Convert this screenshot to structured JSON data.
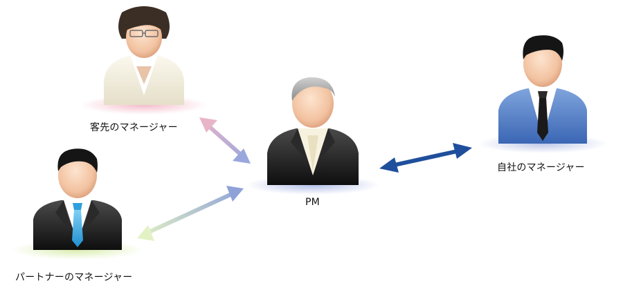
{
  "diagram": {
    "nodes": {
      "client_manager": {
        "label": "客先のマネージャー"
      },
      "pm": {
        "label": "PM"
      },
      "own_manager": {
        "label": "自社のマネージャー"
      },
      "partner_manager": {
        "label": "パートナーのマネージャー"
      }
    },
    "edges": [
      {
        "from": "client_manager",
        "to": "pm",
        "bidirectional": true
      },
      {
        "from": "partner_manager",
        "to": "pm",
        "bidirectional": true
      },
      {
        "from": "own_manager",
        "to": "pm",
        "bidirectional": true
      }
    ],
    "colors": {
      "client_arrow_start": "#e8b5c8",
      "client_arrow_end": "#9aa7dd",
      "partner_arrow_start": "#e3f2c4",
      "partner_arrow_end": "#8fa2d8",
      "own_arrow": "#1f4f9c",
      "client_glow": "#f3b3c4",
      "pm_glow": "#aebbe6",
      "own_glow": "#b9c4e6",
      "partner_glow": "#d7ecaa"
    }
  }
}
